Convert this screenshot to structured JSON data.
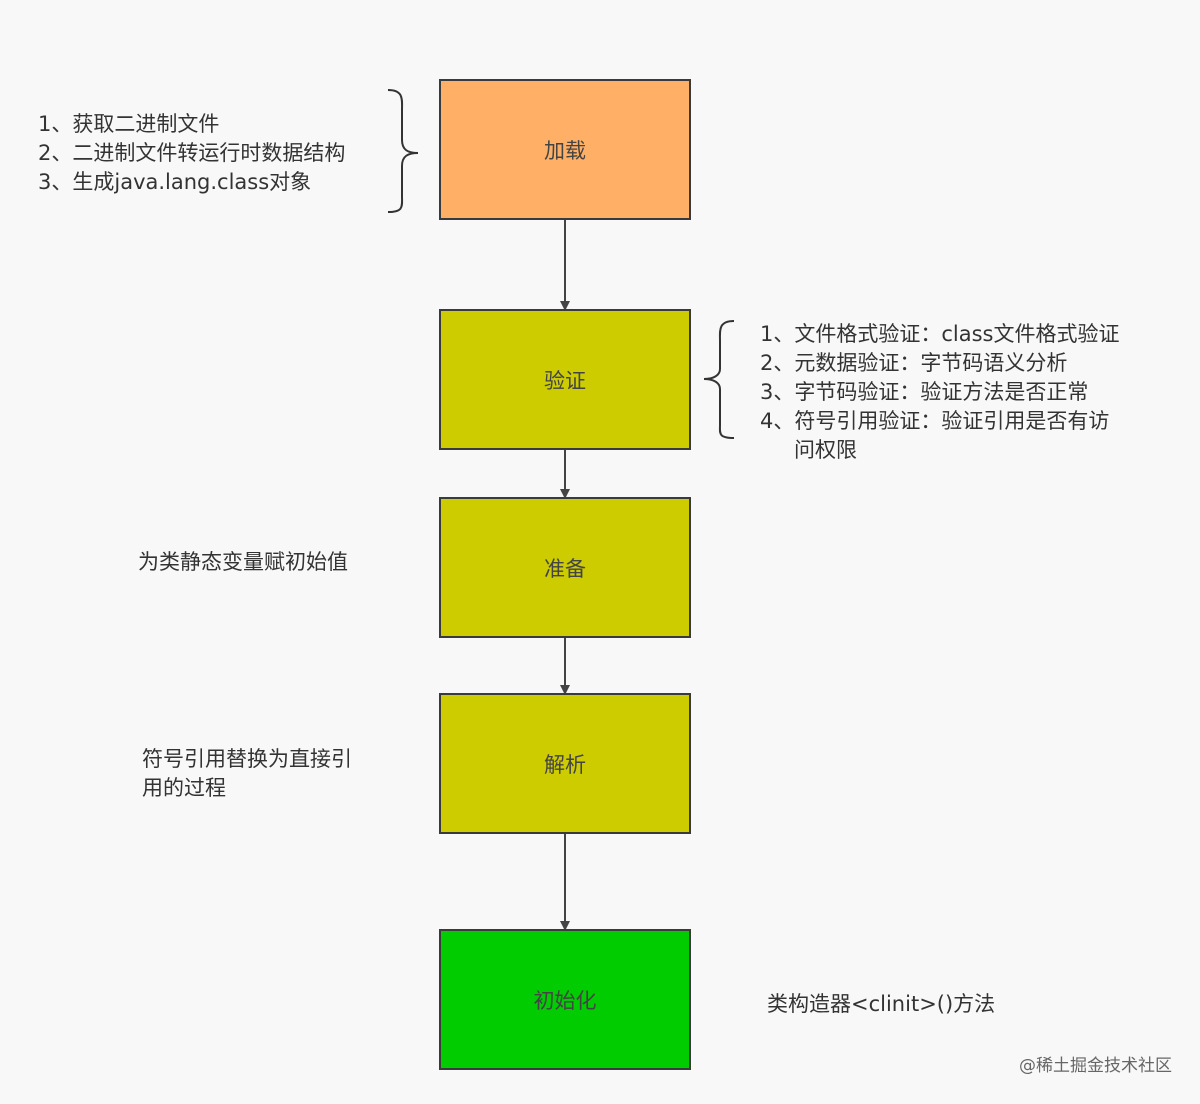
{
  "colors": {
    "load": "#ffb066",
    "verify": "#cccc00",
    "prepare": "#cccc00",
    "resolve": "#cccc00",
    "init": "#00cc00",
    "border": "#3a3a3a",
    "arrow": "#444444"
  },
  "stages": [
    {
      "id": "load",
      "label": "加载"
    },
    {
      "id": "verify",
      "label": "验证"
    },
    {
      "id": "prepare",
      "label": "准备"
    },
    {
      "id": "resolve",
      "label": "解析"
    },
    {
      "id": "init",
      "label": "初始化"
    }
  ],
  "notes": {
    "load": [
      "1、获取二进制文件",
      "2、二进制文件转运行时数据结构",
      "3、生成java.lang.class对象"
    ],
    "verify": [
      "1、文件格式验证：class文件格式验证",
      "2、元数据验证：字节码语义分析",
      "3、字节码验证：验证方法是否正常",
      "4、符号引用验证：验证引用是否有访",
      "问权限"
    ],
    "prepare": [
      "为类静态变量赋初始值"
    ],
    "resolve": [
      "符号引用替换为直接引",
      "用的过程"
    ],
    "init": [
      "类构造器<clinit>()方法"
    ]
  },
  "watermark": "@稀土掘金技术社区"
}
